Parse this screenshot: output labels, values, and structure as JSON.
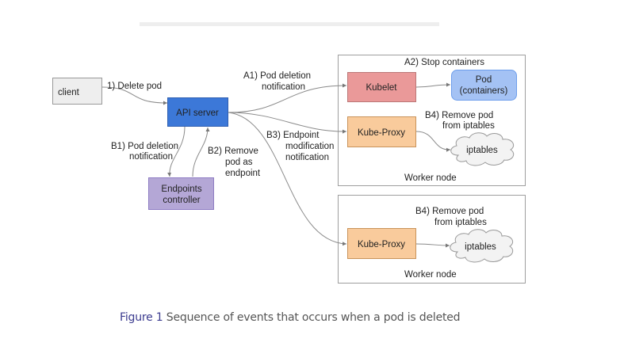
{
  "diagram": {
    "nodes": {
      "client": {
        "label": "client",
        "fill": "#eeeeee"
      },
      "api_server": {
        "label": "API server",
        "fill": "#3c78d8"
      },
      "endpoints_controller": {
        "label_lines": [
          "Endpoints",
          "controller"
        ],
        "fill": "#b4a7d6"
      },
      "kubelet": {
        "label": "Kubelet",
        "fill": "#ea9999"
      },
      "pod": {
        "label_lines": [
          "Pod",
          "(containers)"
        ],
        "fill": "#a4c2f4"
      },
      "kube_proxy_1": {
        "label": "Kube-Proxy",
        "fill": "#f9cb9c"
      },
      "iptables_1": {
        "label": "iptables",
        "fill": "#f3f3f3"
      },
      "kube_proxy_2": {
        "label": "Kube-Proxy",
        "fill": "#f9cb9c"
      },
      "iptables_2": {
        "label": "iptables",
        "fill": "#f3f3f3"
      }
    },
    "groups": {
      "worker_node_1": {
        "label": "Worker node"
      },
      "worker_node_2": {
        "label": "Worker node"
      }
    },
    "edge_labels": {
      "delete_pod": [
        "1) Delete pod"
      ],
      "a1": [
        "A1) Pod deletion",
        "notification"
      ],
      "a2": [
        "A2) Stop containers"
      ],
      "b1": [
        "B1) Pod deletion",
        "notification"
      ],
      "b2": [
        "B2) Remove",
        "pod as",
        "endpoint"
      ],
      "b3": [
        "B3) Endpoint",
        "modification",
        "notification"
      ],
      "b4_1": [
        "B4) Remove pod",
        "from iptables"
      ],
      "b4_2": [
        "B4) Remove pod",
        "from iptables"
      ]
    }
  },
  "caption": {
    "figure_number": "Figure 1",
    "text": "Sequence of events that occurs when a pod is deleted"
  }
}
